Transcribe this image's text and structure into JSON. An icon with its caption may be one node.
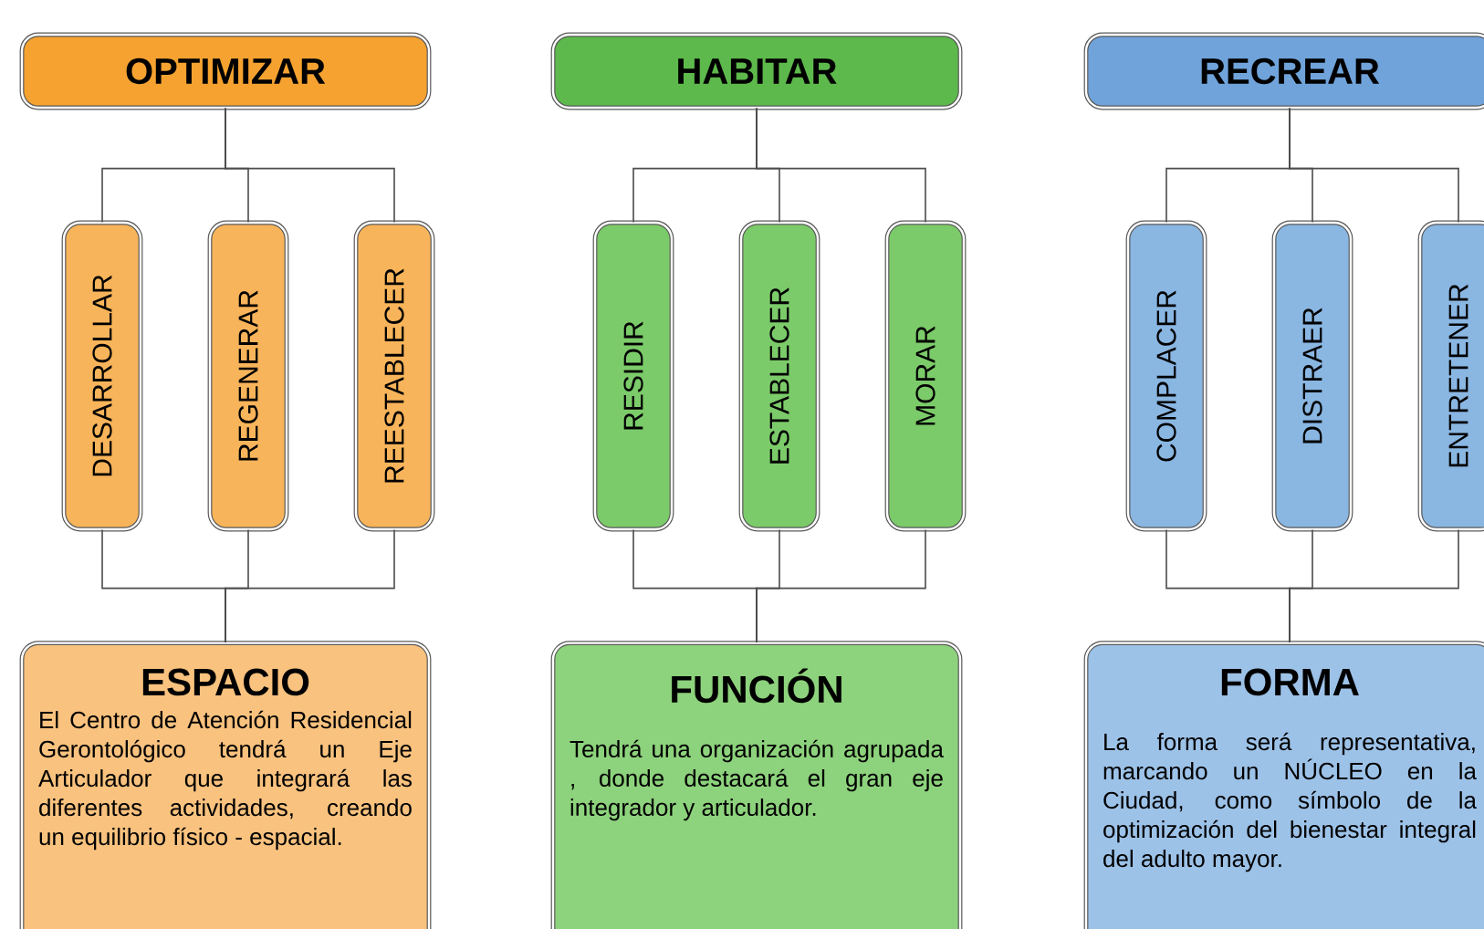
{
  "diagram": {
    "nodes": [
      {
        "text": [
          "OPTIMIZAR"
        ]
      },
      {
        "text": [
          "DESARROLLAR"
        ]
      },
      {
        "text": [
          "REGENERAR"
        ]
      },
      {
        "text": [
          "REESTABLECER"
        ]
      },
      {
        "text": [
          "ESPACIO",
          "El Centro de Atención Residencial Gerontológico tendrá un Eje Articulador que integrará las diferentes actividades, creando un equilibrio físico - espacial."
        ]
      },
      {
        "text": [
          "HABITAR"
        ]
      },
      {
        "text": [
          "RESIDIR"
        ]
      },
      {
        "text": [
          "ESTABLECER"
        ]
      },
      {
        "text": [
          "MORAR"
        ]
      },
      {
        "text": [
          "FUNCIÓN",
          "Tendrá una organización agrupada , donde destacará el gran eje integrador y articulador."
        ]
      },
      {
        "text": [
          "RECREAR"
        ]
      },
      {
        "text": [
          "COMPLACER"
        ]
      },
      {
        "text": [
          "DISTRAER"
        ]
      },
      {
        "text": [
          "ENTRETENER"
        ]
      },
      {
        "text": [
          "FORMA",
          "La forma será representativa, marcando un NÚCLEO en la Ciudad, como símbolo de la optimización del bienestar integral del adulto mayor."
        ]
      }
    ],
    "edges": [
      {
        "from": 0,
        "to": 1,
        "arrow": "none"
      },
      {
        "from": 0,
        "to": 2,
        "arrow": "none"
      },
      {
        "from": 0,
        "to": 3,
        "arrow": "none"
      },
      {
        "from": 1,
        "to": 4,
        "arrow": "none"
      },
      {
        "from": 2,
        "to": 4,
        "arrow": "none"
      },
      {
        "from": 3,
        "to": 4,
        "arrow": "none"
      },
      {
        "from": 5,
        "to": 6,
        "arrow": "none"
      },
      {
        "from": 5,
        "to": 7,
        "arrow": "none"
      },
      {
        "from": 5,
        "to": 8,
        "arrow": "none"
      },
      {
        "from": 6,
        "to": 9,
        "arrow": "none"
      },
      {
        "from": 7,
        "to": 9,
        "arrow": "none"
      },
      {
        "from": 8,
        "to": 9,
        "arrow": "none"
      },
      {
        "from": 10,
        "to": 11,
        "arrow": "none"
      },
      {
        "from": 10,
        "to": 12,
        "arrow": "none"
      },
      {
        "from": 10,
        "to": 13,
        "arrow": "none"
      },
      {
        "from": 11,
        "to": 14,
        "arrow": "none"
      },
      {
        "from": 12,
        "to": 14,
        "arrow": "none"
      },
      {
        "from": 13,
        "to": 14,
        "arrow": "none"
      }
    ]
  }
}
